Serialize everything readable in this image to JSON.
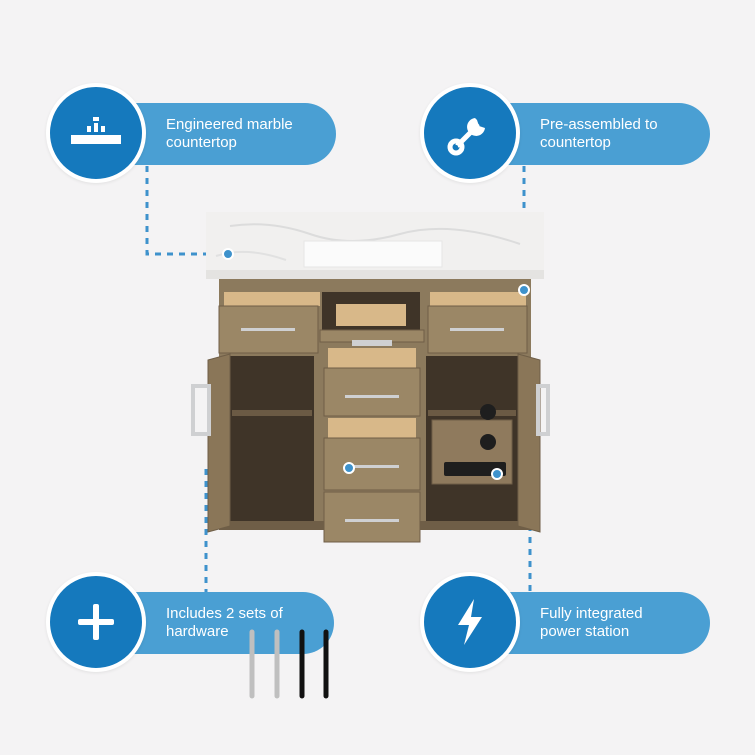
{
  "features": {
    "countertop": {
      "label": "Engineered marble\ncountertop",
      "icon": "countertop-icon"
    },
    "preassembled": {
      "label": "Pre-assembled to\ncountertop",
      "icon": "wrench-icon"
    },
    "hardware": {
      "label": "Includes 2 sets of\nhardware",
      "icon": "plus-icon"
    },
    "power": {
      "label": "Fully integrated\npower station",
      "icon": "lightning-icon"
    }
  },
  "colors": {
    "badge": "#1579bd",
    "pill": "#4a9fd3",
    "wood": "#8a7658",
    "marble": "#f1f0ef"
  }
}
